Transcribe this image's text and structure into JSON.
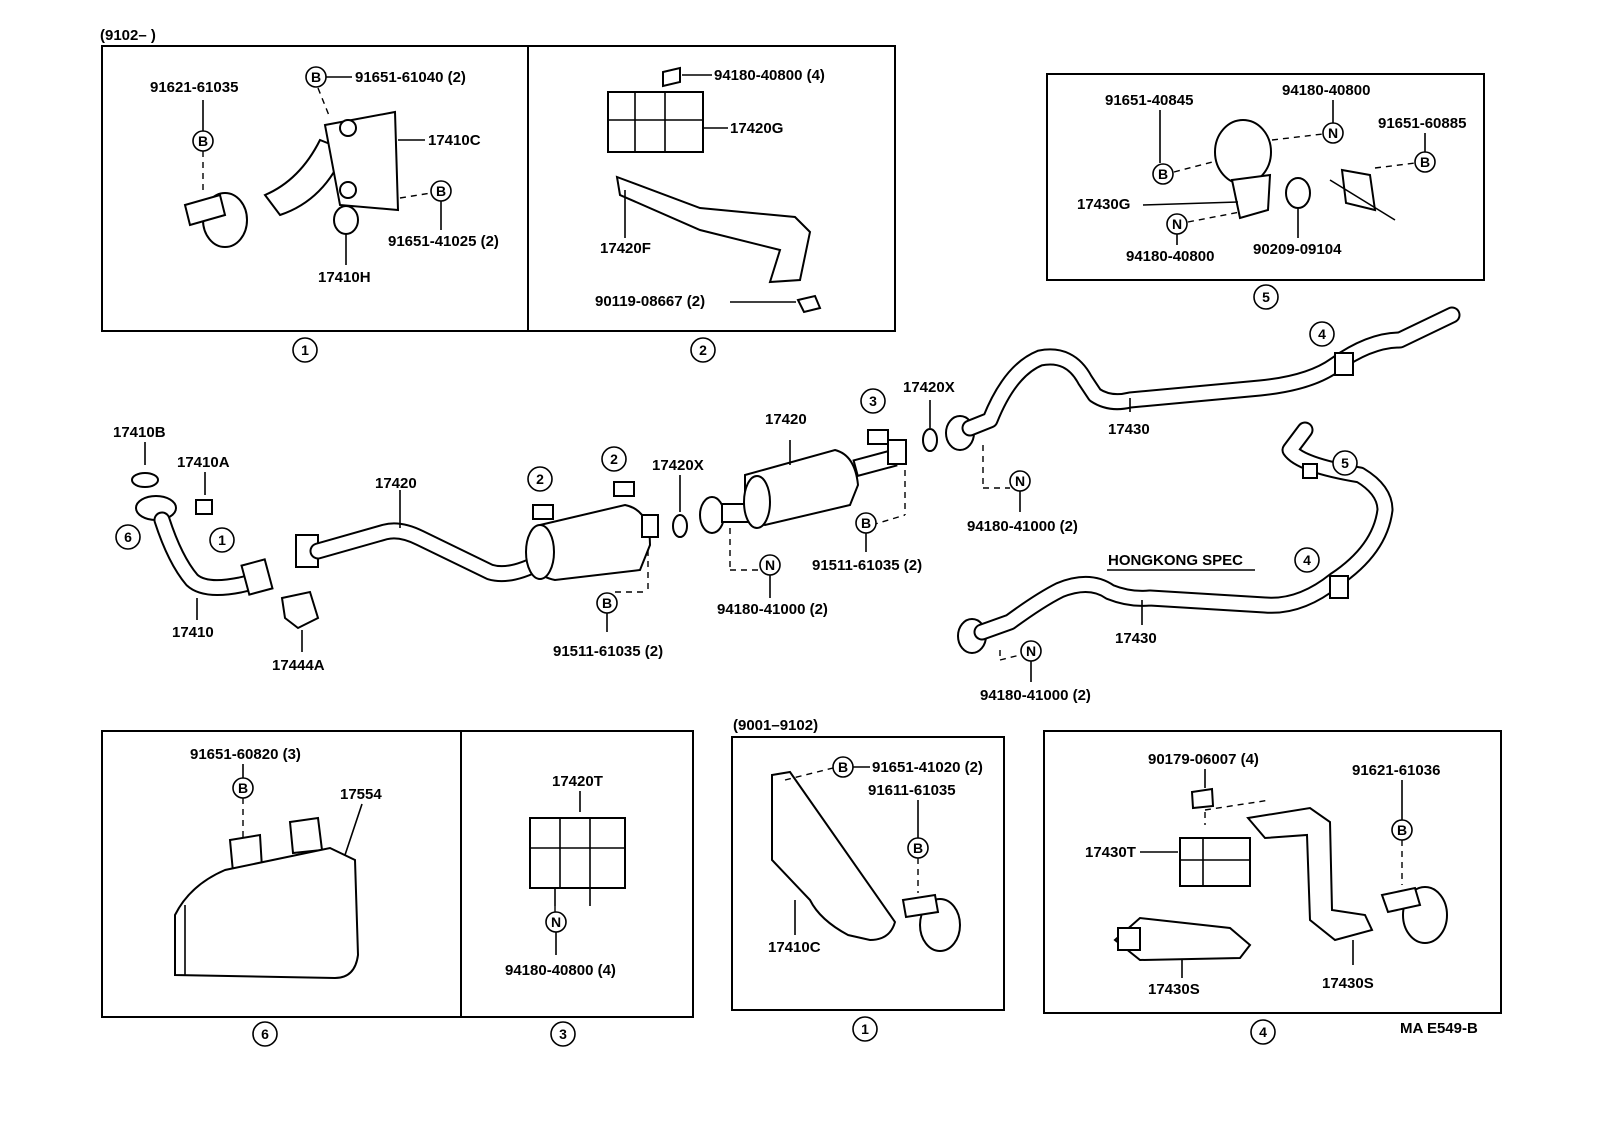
{
  "sections": {
    "top_left_range": "(9102–         )",
    "mid_range": "(9001–9102)",
    "drawing_code": "MA E549-B",
    "hongkong_spec": "HONGKONG SPEC"
  },
  "markers": {
    "b": "B",
    "n": "N",
    "one": "1",
    "two": "2",
    "three": "3",
    "four": "4",
    "five": "5",
    "six": "6"
  },
  "parts": {
    "p91621_61035": "91621-61035",
    "p91651_61040": "91651-61040 (2)",
    "p17410C_top": "17410C",
    "p91651_41025": "91651-41025 (2)",
    "p17410H": "17410H",
    "p94180_40800_4_top": "94180-40800 (4)",
    "p17420G": "17420G",
    "p17420F": "17420F",
    "p90119_08667": "90119-08667 (2)",
    "p91651_40845": "91651-40845",
    "p94180_40800_b5a": "94180-40800",
    "p91651_60885": "91651-60885",
    "p17430G": "17430G",
    "p94180_40800_b5b": "94180-40800",
    "p90209_09104": "90209-09104",
    "p17410B": "17410B",
    "p17410A": "17410A",
    "p17410": "17410",
    "p17444A": "17444A",
    "p17420_front": "17420",
    "p17420X_left": "17420X",
    "p91511_61035_left": "91511-61035 (2)",
    "p17420_muffler": "17420",
    "p94180_41000_a": "94180-41000 (2)",
    "p91511_61035_right": "91511-61035 (2)",
    "p17420X_right": "17420X",
    "p94180_41000_b": "94180-41000 (2)",
    "p17430_top": "17430",
    "p17430_bottom": "17430",
    "p94180_41000_c": "94180-41000 (2)",
    "p91651_60820": "91651-60820 (3)",
    "p17554": "17554",
    "p17420T": "17420T",
    "p94180_40800_4_bottom": "94180-40800 (4)",
    "p91651_41020": "91651-41020 (2)",
    "p91611_61035": "91611-61035",
    "p17410C_bottom": "17410C",
    "p90179_06007": "90179-06007 (4)",
    "p91621_61036": "91621-61036",
    "p17430T": "17430T",
    "p17430S_left": "17430S",
    "p17430S_right": "17430S"
  }
}
